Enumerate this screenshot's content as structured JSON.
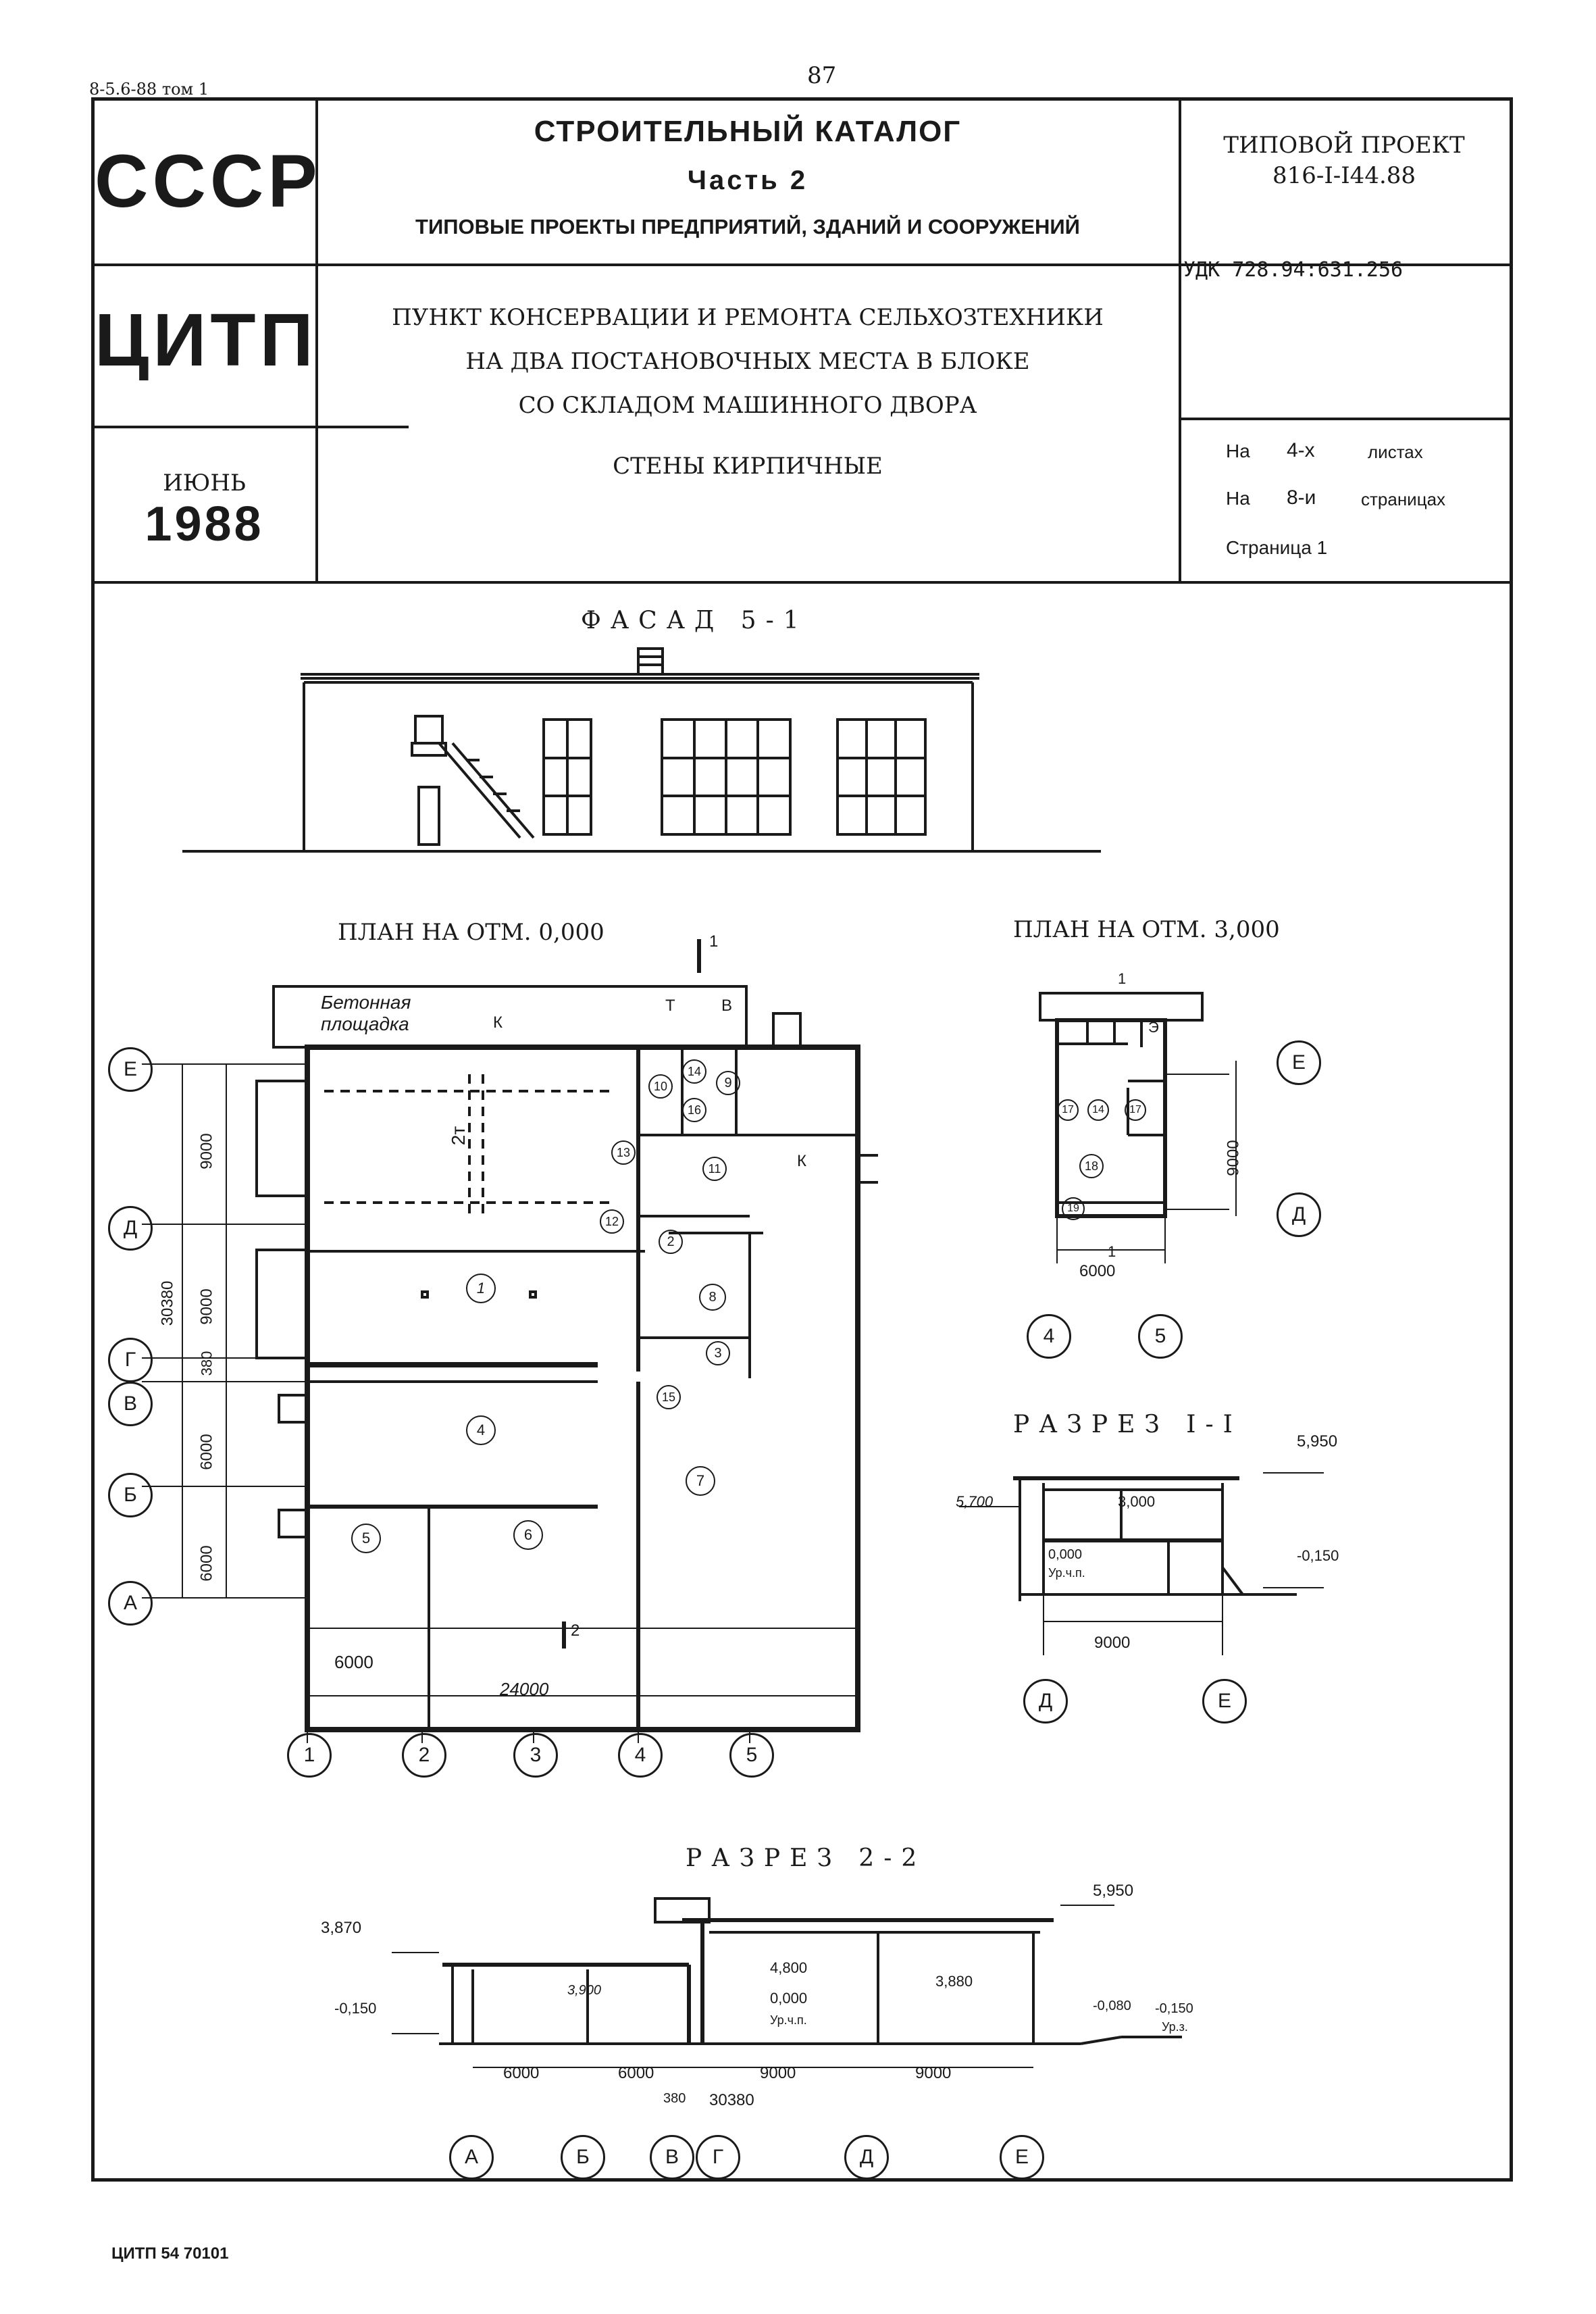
{
  "header": {
    "series_ref": "8-5.6-88 том 1",
    "page_number": "87"
  },
  "title_block": {
    "country": "СССР",
    "org": "ЦИТП",
    "month": "ИЮНЬ",
    "year": "1988",
    "catalog_title": "СТРОИТЕЛЬНЫЙ КАТАЛОГ",
    "catalog_part": "Часть 2",
    "catalog_subtitle": "ТИПОВЫЕ ПРОЕКТЫ ПРЕДПРИЯТИЙ, ЗДАНИЙ И СООРУЖЕНИЙ",
    "project_label": "ТИПОВОЙ ПРОЕКТ",
    "project_number": "816-I-I44.88",
    "udk": "УДК 728.94:631.256",
    "desc_line1": "ПУНКТ КОНСЕРВАЦИИ И РЕМОНТА СЕЛЬХОЗТЕХНИКИ",
    "desc_line2": "НА ДВА ПОСТАНОВОЧНЫХ МЕСТА В БЛОКЕ",
    "desc_line3": "СО СКЛАДОМ МАШИННОГО ДВОРА",
    "desc_line4": "СТЕНЫ КИРПИЧНЫЕ",
    "sheets_prefix": "На",
    "sheets_value": "4-х",
    "sheets_word": "листах",
    "pages_prefix": "На",
    "pages_value": "8-и",
    "pages_word": "страницах",
    "page_label": "Страница 1"
  },
  "drawings": {
    "facade_title": "ФАСАД 5-1",
    "plan0_title": "ПЛАН НА ОТМ. 0,000",
    "plan3_title": "ПЛАН НА ОТМ. 3,000",
    "section11_title": "РАЗРЕЗ I-I",
    "section22_title": "РАЗРЕЗ 2-2",
    "concrete_label_1": "Бетонная",
    "concrete_label_2": "площадка"
  },
  "plan0": {
    "row_axes": [
      "Е",
      "Д",
      "Г",
      "В",
      "Б",
      "А"
    ],
    "col_axes": [
      "1",
      "2",
      "3",
      "4",
      "5"
    ],
    "dims_vertical": [
      "9000",
      "9000",
      "380",
      "6000",
      "6000"
    ],
    "dim_total_vertical": "30380",
    "dim_bay": "6000",
    "dim_total_horizontal": "24000",
    "rooms": [
      "1",
      "2",
      "3",
      "4",
      "5",
      "6",
      "7",
      "8",
      "9",
      "10",
      "11",
      "12",
      "13",
      "14",
      "15",
      "16"
    ],
    "crane_label": "2т",
    "markers": [
      "1",
      "2",
      "К",
      "Т",
      "В",
      "К"
    ]
  },
  "plan3": {
    "row_axes": [
      "Е",
      "Д"
    ],
    "col_axes": [
      "4",
      "5"
    ],
    "dim_vertical": "9000",
    "dim_horizontal": "6000",
    "rooms": [
      "17",
      "14",
      "17",
      "18",
      "19"
    ],
    "markers": [
      "1",
      "Э",
      "1"
    ]
  },
  "section11": {
    "levels": [
      "5,950",
      "5,700",
      "3,000",
      "0,000",
      "Ур.ч.п.",
      "-0,150"
    ],
    "dim": "9000",
    "axes": [
      "Д",
      "Е"
    ]
  },
  "section22": {
    "levels": [
      "3,870",
      "5,950",
      "-0,150",
      "3,900",
      "4,800",
      "0,000",
      "Ур.ч.п.",
      "3,880",
      "-0,080",
      "-0,150",
      "Ур.з."
    ],
    "dims": [
      "6000",
      "6000",
      "9000",
      "9000"
    ],
    "dim_small": "380",
    "dim_total": "30380",
    "axes": [
      "А",
      "Б",
      "В",
      "Г",
      "Д",
      "Е"
    ]
  },
  "footer": {
    "code": "ЦИТП 54 70101"
  }
}
